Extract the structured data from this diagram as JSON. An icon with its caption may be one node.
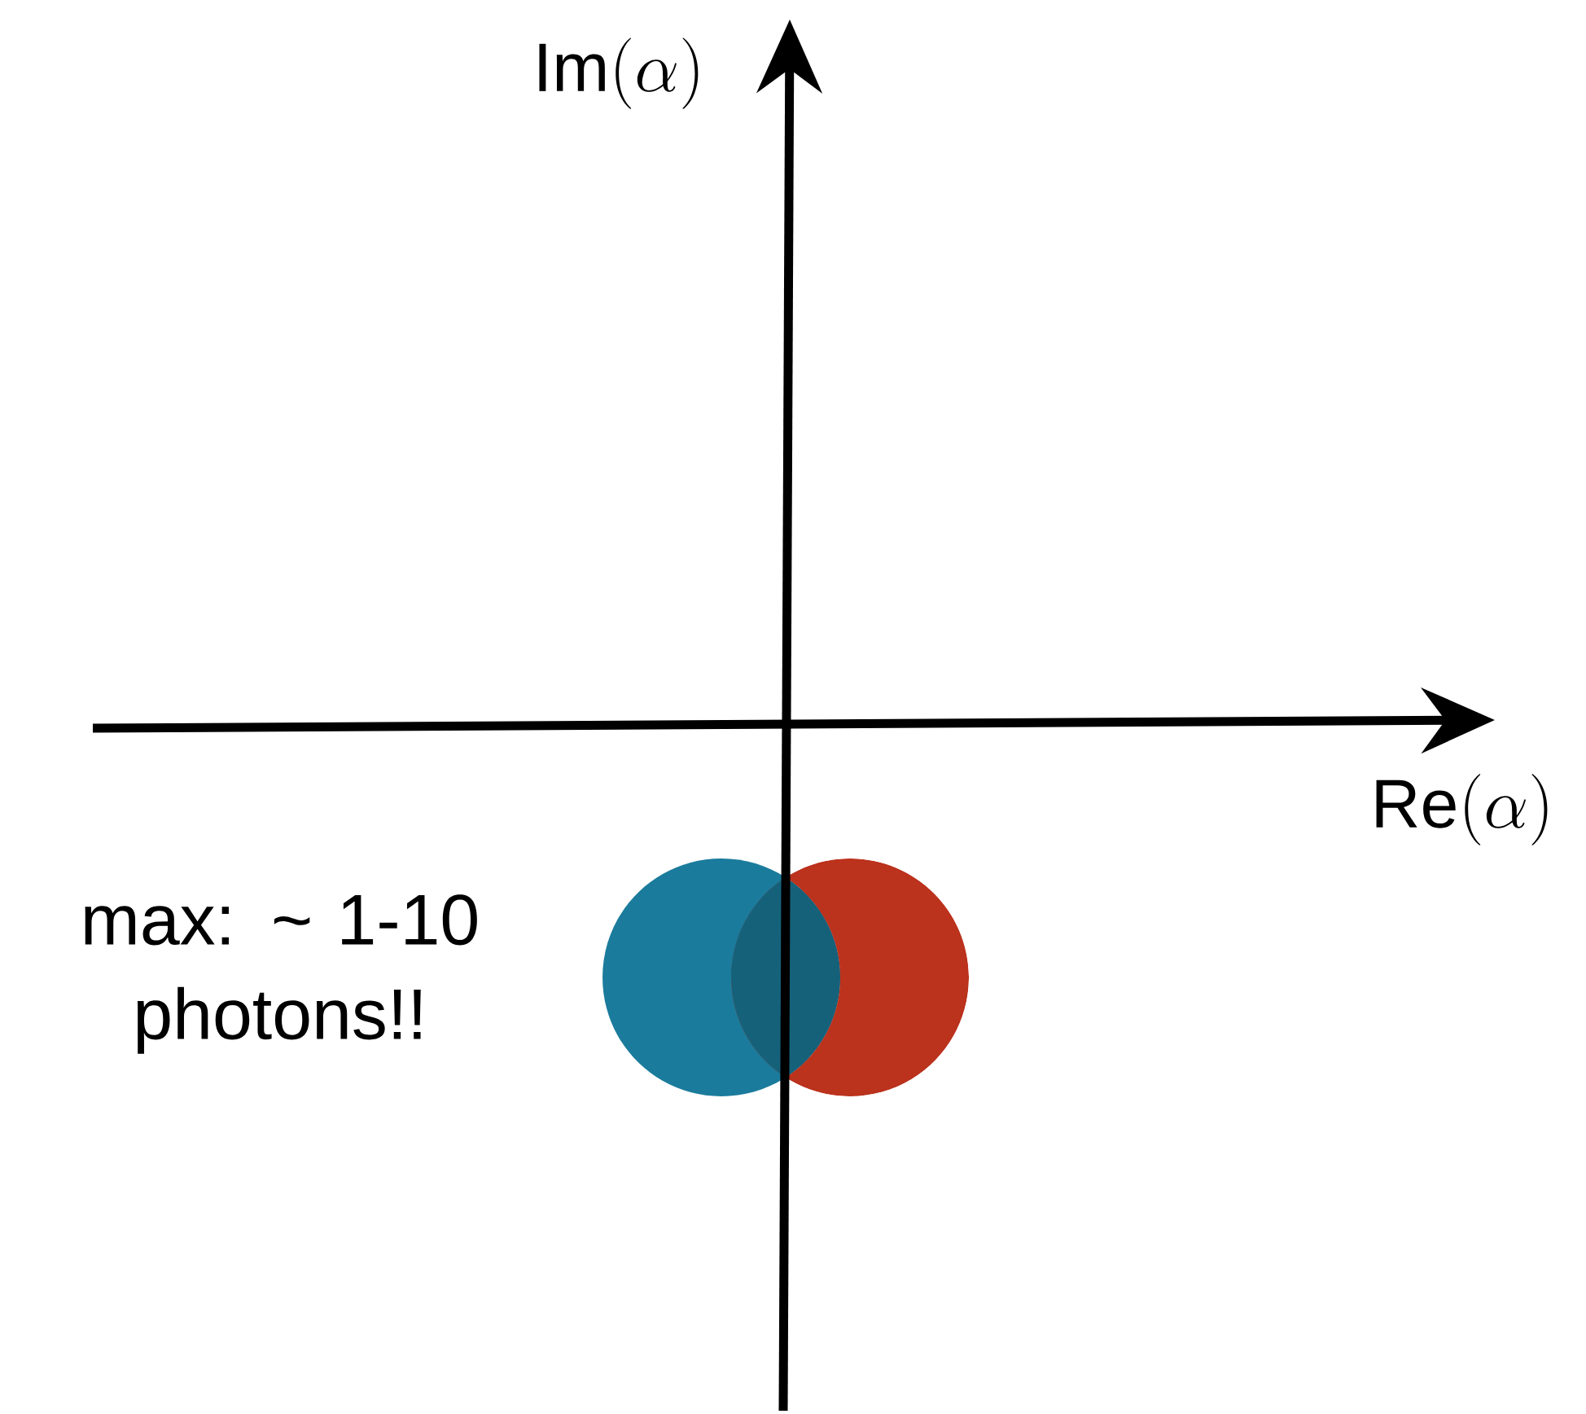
{
  "diagram": {
    "nodes": [
      {
        "text": [],
        "shape": "circle"
      },
      {
        "text": [],
        "shape": "circle"
      }
    ],
    "labels": [
      "\\mathrm{Im}(\\alpha)",
      "\\mathrm{Re}(\\alpha)",
      "max: ~ 1-10 photons!!"
    ]
  }
}
